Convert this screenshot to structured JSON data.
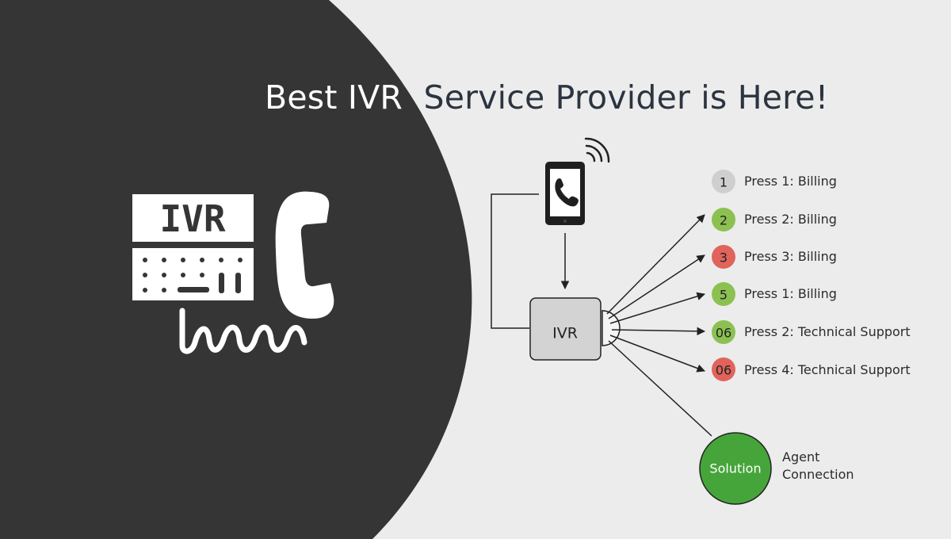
{
  "headline": {
    "part1": "Best IVR ",
    "part2": " Service Provider is Here!"
  },
  "logo": {
    "text": "IVR"
  },
  "diagram": {
    "ivr_box_label": "IVR",
    "options": [
      {
        "badge": "1",
        "label": "Press 1: Billing",
        "color": "#cfcfcf"
      },
      {
        "badge": "2",
        "label": "Press 2: Billing",
        "color": "#8cc152"
      },
      {
        "badge": "3",
        "label": "Press 3: Billing",
        "color": "#e0645c"
      },
      {
        "badge": "5",
        "label": "Press 1: Billing",
        "color": "#8cc152"
      },
      {
        "badge": "06",
        "label": "Press 2: Technical Support",
        "color": "#8cc152"
      },
      {
        "badge": "06",
        "label": "Press 4: Technical Support",
        "color": "#e0645c"
      }
    ],
    "solution": {
      "label": "Solution",
      "caption_line1": "Agent",
      "caption_line2": "Connection",
      "color": "#46a53a"
    }
  },
  "colors": {
    "dark_panel": "#353535",
    "light_background": "#ececec",
    "logo_white": "#ffffff"
  }
}
